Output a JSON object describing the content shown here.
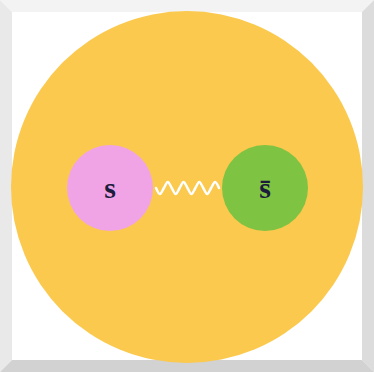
{
  "diagram": {
    "nodes": [
      {
        "text": [
          "s"
        ]
      },
      {
        "text": [
          "s̄"
        ]
      }
    ],
    "edges": [
      {
        "from": 0,
        "to": 1,
        "arrow": "none"
      }
    ]
  }
}
